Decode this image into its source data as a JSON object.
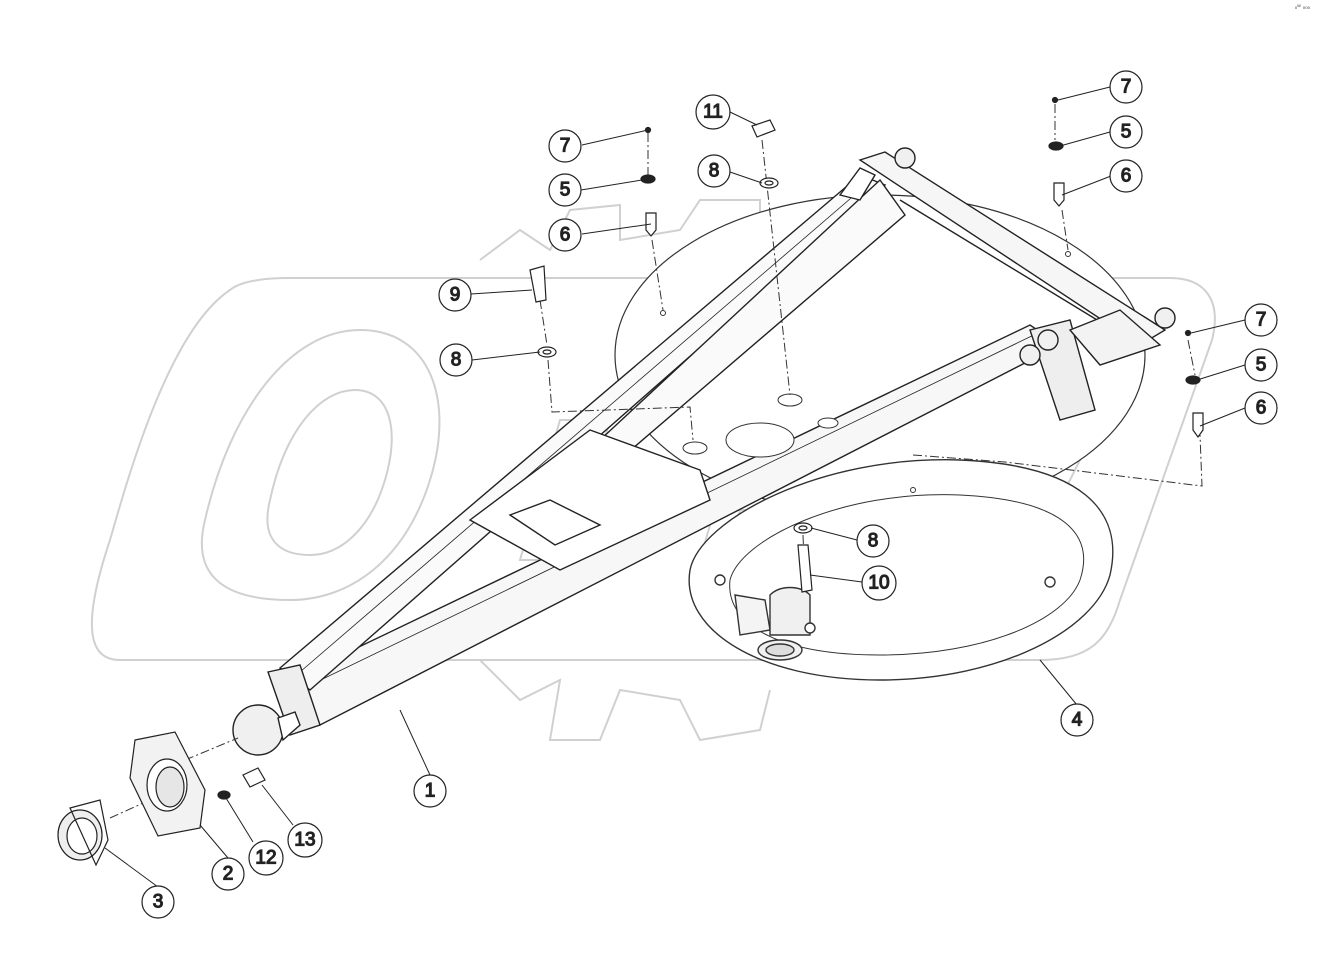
{
  "diagram": {
    "corner_mark": "₀ᵂ ₀₀₀",
    "watermark_icon": "opak-logo-gear-watermark",
    "callouts": [
      {
        "id": "c1",
        "label": "1"
      },
      {
        "id": "c2",
        "label": "2"
      },
      {
        "id": "c3",
        "label": "3"
      },
      {
        "id": "c4",
        "label": "4"
      },
      {
        "id": "c5a",
        "label": "5"
      },
      {
        "id": "c5b",
        "label": "5"
      },
      {
        "id": "c5c",
        "label": "5"
      },
      {
        "id": "c6a",
        "label": "6"
      },
      {
        "id": "c6b",
        "label": "6"
      },
      {
        "id": "c6c",
        "label": "6"
      },
      {
        "id": "c7a",
        "label": "7"
      },
      {
        "id": "c7b",
        "label": "7"
      },
      {
        "id": "c7c",
        "label": "7"
      },
      {
        "id": "c8a",
        "label": "8"
      },
      {
        "id": "c8b",
        "label": "8"
      },
      {
        "id": "c8c",
        "label": "8"
      },
      {
        "id": "c9",
        "label": "9"
      },
      {
        "id": "c10",
        "label": "10"
      },
      {
        "id": "c11",
        "label": "11"
      },
      {
        "id": "c12",
        "label": "12"
      },
      {
        "id": "c13",
        "label": "13"
      }
    ]
  }
}
